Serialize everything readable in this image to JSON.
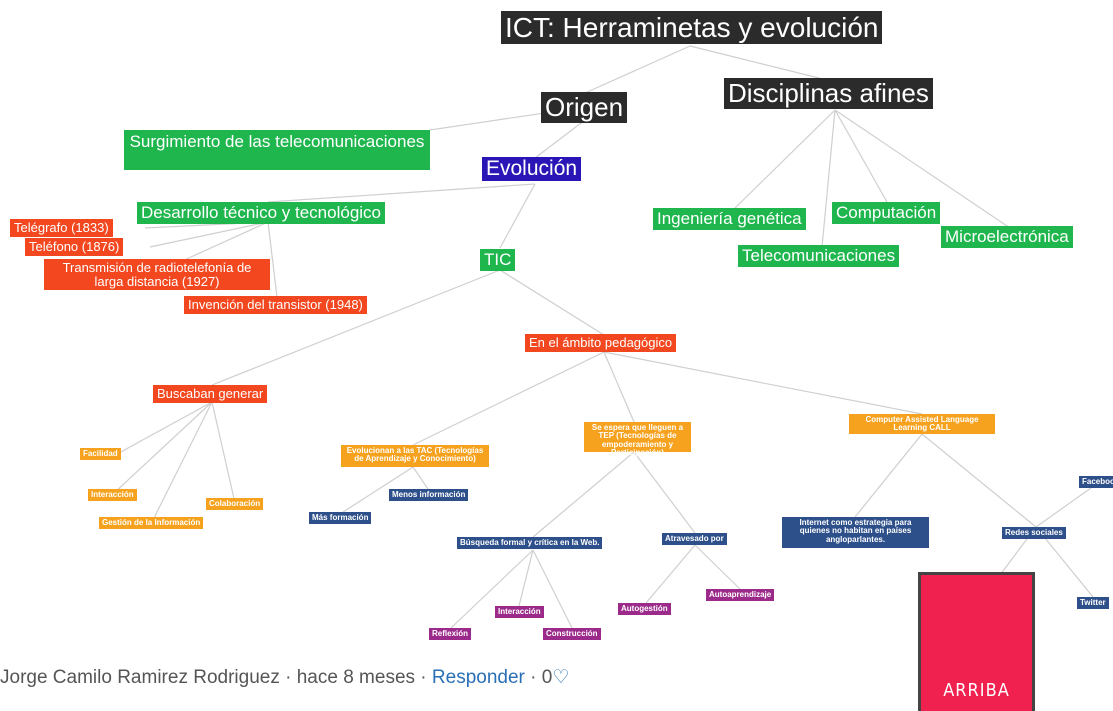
{
  "mindmap": {
    "root": "ICT: Herraminetas y evolución",
    "origen": "Origen",
    "surgimiento": "Surgimiento de las telecomunicaciones",
    "evolucion": "Evolución",
    "desarrollo": "Desarrollo técnico y tecnológico",
    "telegrafo": "Telégrafo (1833)",
    "telefono": "Teléfono (1876)",
    "transmision": "Transmisión de radiotelefonía de larga distancia (1927)",
    "transistor": "Invención del transistor (1948)",
    "tic": "TIC",
    "ambito": "En el ámbito pedagógico",
    "buscaban": "Buscaban generar",
    "facilidad": "Facilidad",
    "interaccion1": "Interacción",
    "gestion": "Gestión de la Información",
    "colaboracion": "Colaboración",
    "tac": "Evolucionan a las TAC (Tecnologías de Aprendizaje y Conocimiento)",
    "menos_info": "Menos información",
    "mas_formacion": "Más formación",
    "tep": "Se espera que lleguen a TEP (Tecnologías de empoderamiento y Participación)",
    "busqueda": "Búsqueda formal y crítica en la Web.",
    "reflexion": "Reflexión",
    "interaccion2": "Interacción",
    "construccion": "Construcción",
    "atravesado": "Atravesado por",
    "autogestion": "Autogestión",
    "autoaprendizaje": "Autoaprendizaje",
    "call": "Computer Assisted Language Learning CALL",
    "internet": "Internet como estrategia para quienes no habitan en países angloparlantes.",
    "redes": "Redes sociales",
    "facebook": "Faceboo",
    "twitter": "Twitter",
    "disciplinas": "Disciplinas afines",
    "ingenieria": "Ingeniería genética",
    "computacion": "Computación",
    "telecom": "Telecomunicaciones",
    "microelectronica": "Microelectrónica"
  },
  "colors": {
    "root": "#2b2b2b",
    "evolucion": "#2a16b6",
    "level_green": "#1fb64e",
    "level_red": "#f2471f",
    "level_orange": "#f6a21e",
    "level_navy": "#2d4f8a",
    "level_purple": "#9b2a8a",
    "top_button": "#f0204f",
    "link": "#2a6fb6"
  },
  "comment": {
    "author": "Jorge Camilo Ramirez Rodriguez",
    "sep1": "·",
    "time": "hace 8 meses",
    "sep2": "·",
    "reply": "Responder",
    "sep3": "·",
    "likes": "0",
    "heart": "♡"
  },
  "top_button": {
    "label": "ARRIBA"
  }
}
